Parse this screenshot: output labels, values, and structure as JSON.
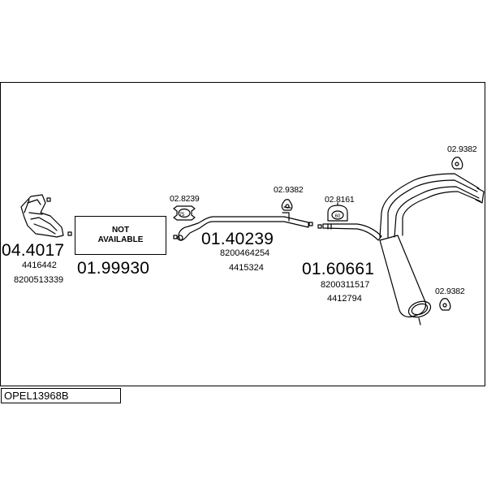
{
  "title": "OPEL13968B",
  "not_available_text": "NOT\nAVAILABLE",
  "parts": [
    {
      "code": "04.4017",
      "refs": [
        "4416442",
        "8200513339"
      ]
    },
    {
      "code": "01.99930",
      "refs": []
    },
    {
      "code": "01.40239",
      "refs": [
        "8200464254",
        "4415324"
      ]
    },
    {
      "code": "01.60661",
      "refs": [
        "8200311517",
        "4412794"
      ]
    }
  ],
  "fittings": [
    "02.8239",
    "02.9382",
    "02.8161",
    "02.9382",
    "02.9382"
  ],
  "fitting_marks": [
    "75",
    "60"
  ],
  "colors": {
    "line": "#000000",
    "background": "#ffffff"
  }
}
